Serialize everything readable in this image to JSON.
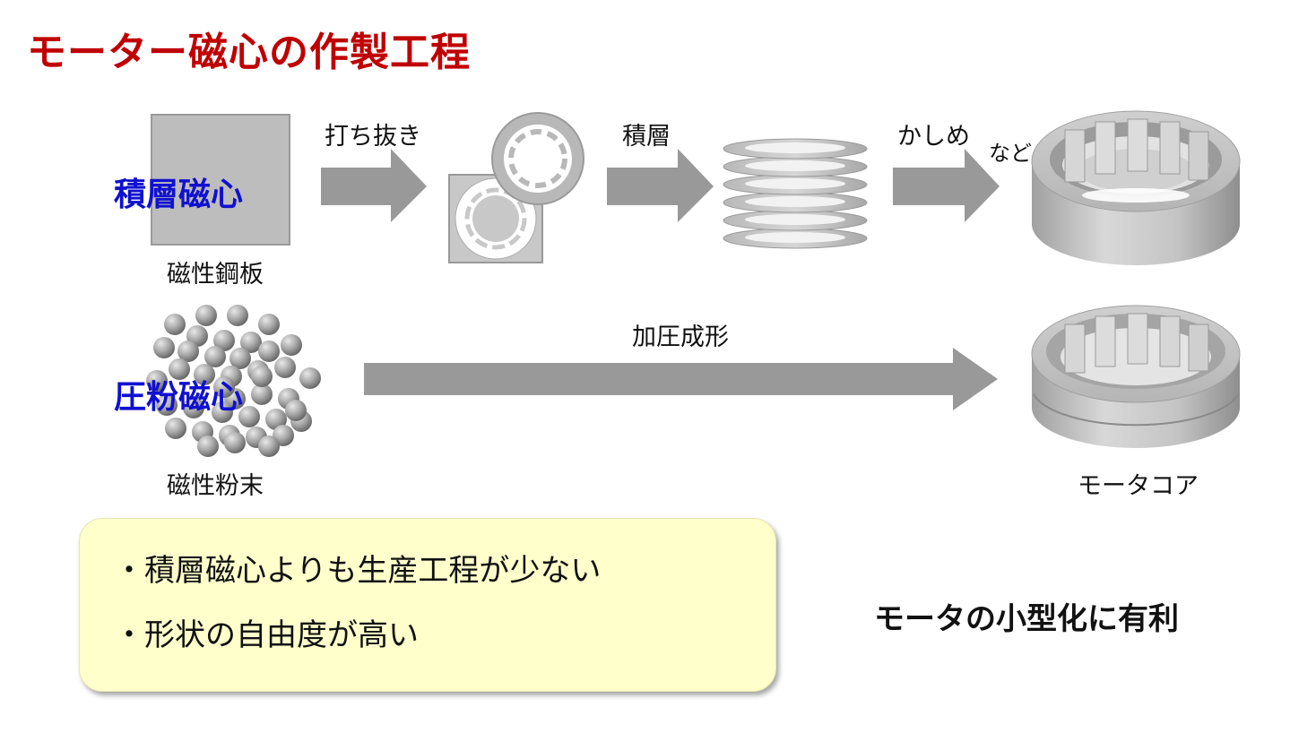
{
  "title": "モーター磁心の作製工程",
  "laminated_row": {
    "core_label": "積層磁心",
    "material_label": "磁性鋼板",
    "step1": "打ち抜き",
    "step2": "積層",
    "step3": "かしめ",
    "step3_suffix": "など"
  },
  "powder_row": {
    "core_label": "圧粉磁心",
    "material_label": "磁性粉末",
    "step": "加圧成形"
  },
  "result_label": "モータコア",
  "advantages": [
    "・積層磁心よりも生産工程が少ない",
    "・形状の自由度が高い"
  ],
  "conclusion": "モータの小型化に有利",
  "colors": {
    "title": "#c00000",
    "core_label": "#1010d0",
    "arrow": "#999999",
    "callout_bg": "#ffffcc"
  }
}
